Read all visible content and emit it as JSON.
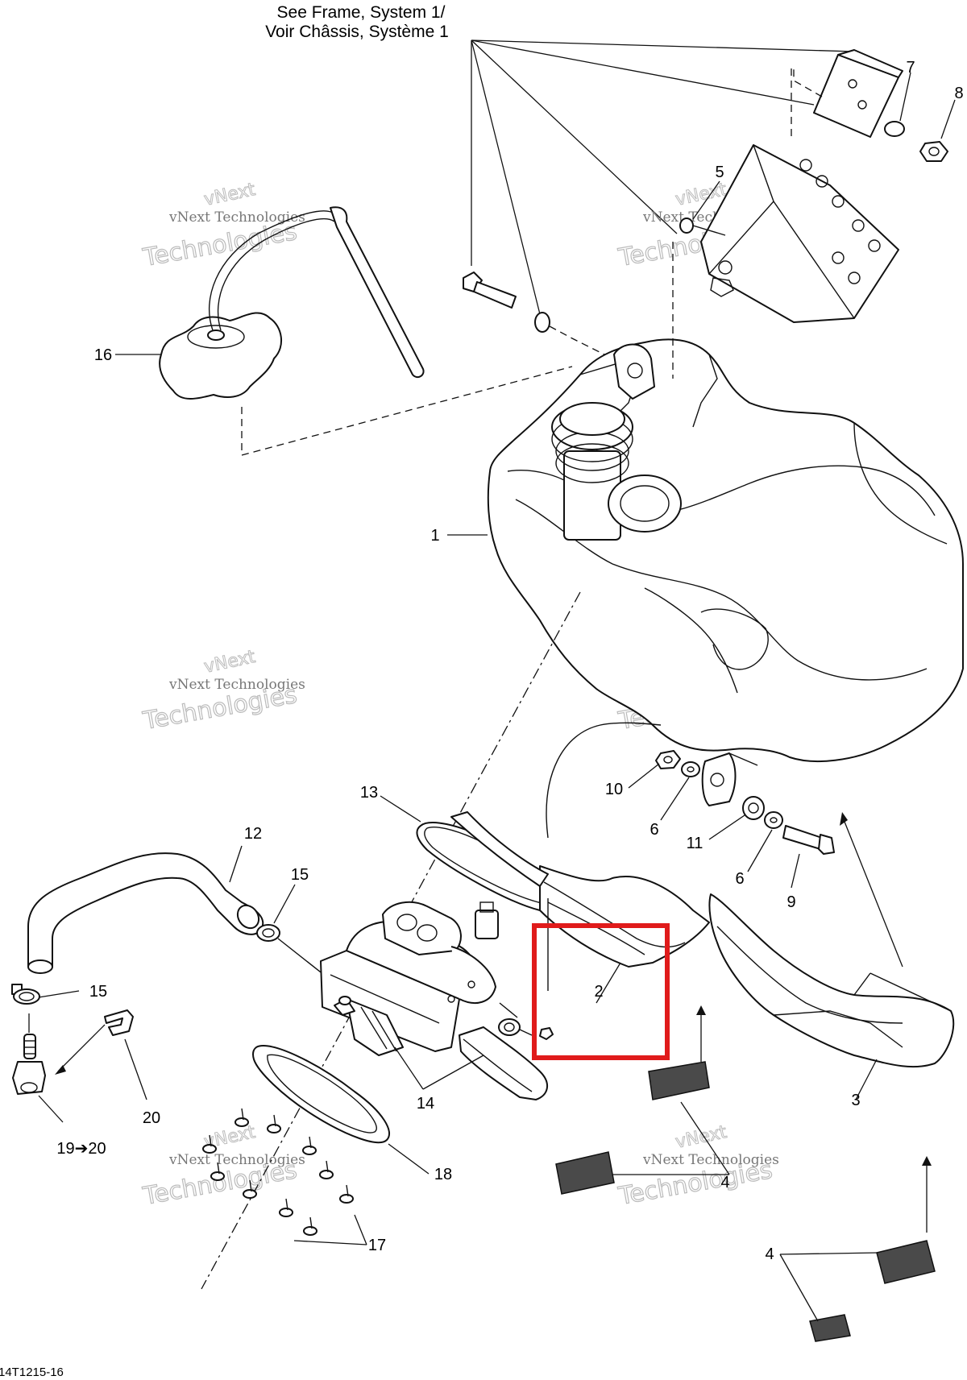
{
  "header": {
    "line1": "See Frame, System 1/",
    "line2": "Voir Châssis, Système 1"
  },
  "drawing_code": "14T1215-16",
  "watermark": {
    "line1": "vNext",
    "line2": "vNext Technologies",
    "line3": "Technologies"
  },
  "callouts": {
    "c1": "1",
    "c2": "2",
    "c3": "3",
    "c4a": "4",
    "c4b": "4",
    "c5": "5",
    "c6a": "6",
    "c6b": "6",
    "c7": "7",
    "c8": "8",
    "c9": "9",
    "c10": "10",
    "c11": "11",
    "c12": "12",
    "c13": "13",
    "c14": "14",
    "c15a": "15",
    "c15b": "15",
    "c16": "16",
    "c17": "17",
    "c18": "18",
    "c19": "19➔20",
    "c20": "20"
  },
  "highlight": {
    "color": "#e01b1b"
  }
}
